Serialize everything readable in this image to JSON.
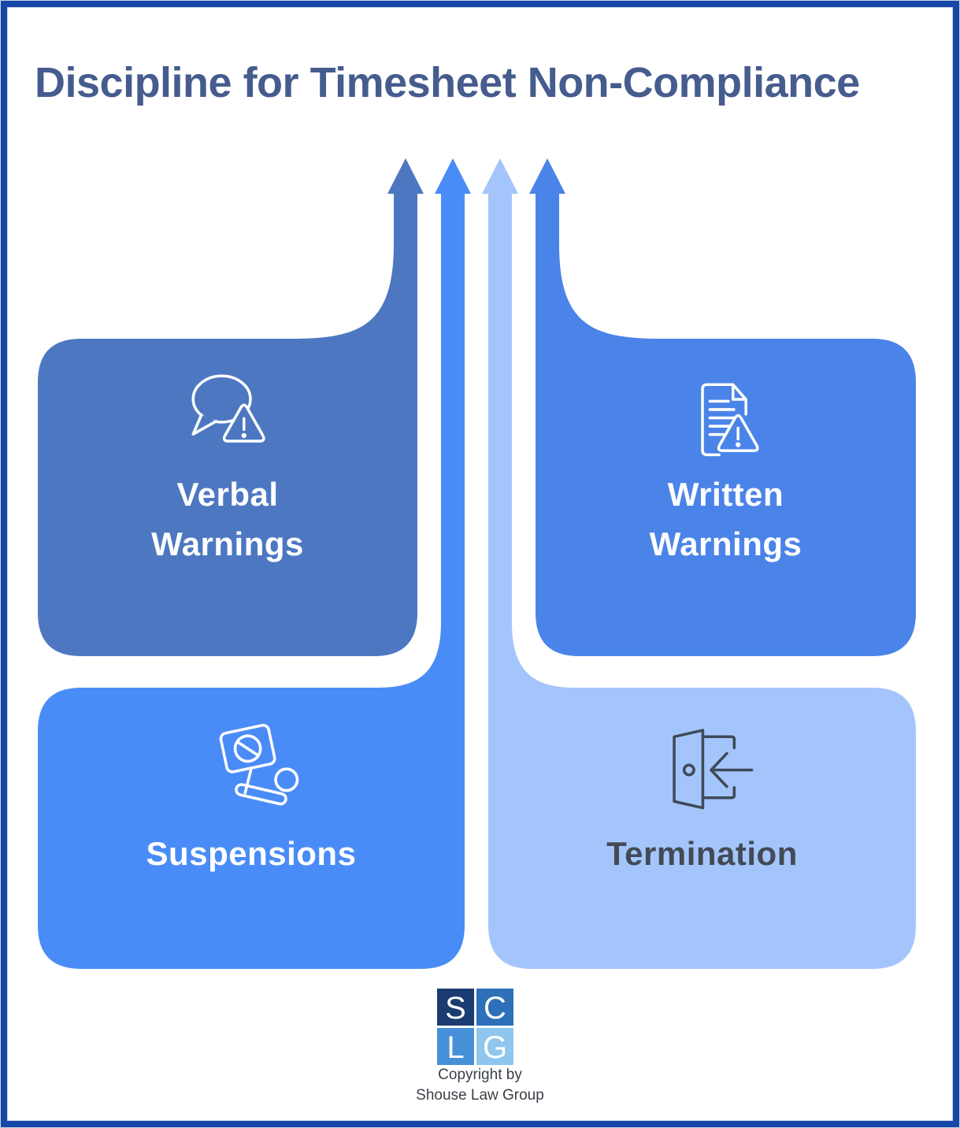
{
  "title": "Discipline for Timesheet Non-Compliance",
  "colors": {
    "border": "#1747a6",
    "title_text": "#465c8e",
    "verbal": "#4d78c1",
    "suspensions": "#4a8cf7",
    "termination": "#a4c5fb",
    "written": "#4b84e8",
    "white_label": "#ffffff",
    "dark_label": "#424a55",
    "icon_stroke_light": "#ffffff",
    "icon_stroke_dark": "#3e4a57",
    "copyright_text": "#3a3f47",
    "logo_s_bg": "#1b3c70",
    "logo_c_bg": "#2e70b9",
    "logo_l_bg": "#4790d7",
    "logo_g_bg": "#8fc6ee"
  },
  "stages": [
    {
      "name": "verbal-warnings",
      "lines": [
        "Verbal",
        "Warnings"
      ],
      "icon": "speech-bubble-warning-icon"
    },
    {
      "name": "written-warnings",
      "lines": [
        "Written",
        "Warnings"
      ],
      "icon": "document-warning-icon"
    },
    {
      "name": "suspensions",
      "lines": [
        "Suspensions"
      ],
      "icon": "protest-sign-hand-icon"
    },
    {
      "name": "termination",
      "lines": [
        "Termination"
      ],
      "icon": "exit-door-icon"
    }
  ],
  "footer": {
    "logo_letters": [
      "S",
      "C",
      "L",
      "G"
    ],
    "copyright": [
      "Copyright by",
      "Shouse Law Group"
    ]
  }
}
